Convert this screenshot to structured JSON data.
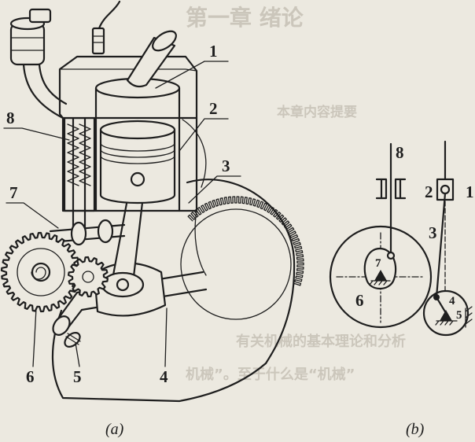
{
  "figure": {
    "panel_a": {
      "caption": "(a)",
      "callouts": {
        "c1": "1",
        "c2": "2",
        "c3": "3",
        "c4": "4",
        "c5": "5",
        "c6": "6",
        "c7": "7",
        "c8": "8"
      }
    },
    "panel_b": {
      "caption": "(b)",
      "labels": {
        "l1": "1",
        "l2": "2",
        "l3": "3",
        "l4": "4",
        "l5": "5",
        "l6": "6",
        "l7": "7",
        "l8": "8"
      }
    }
  },
  "background_text": [
    "第一章 绪论",
    "本章内容提要",
    "有关机械的基本理论和分析",
    "机械”。至于什么是“机械”"
  ],
  "colors": {
    "paper": "#ece9e0",
    "ink": "#1e1e1e",
    "bleed_through": "#cbc6bb"
  }
}
